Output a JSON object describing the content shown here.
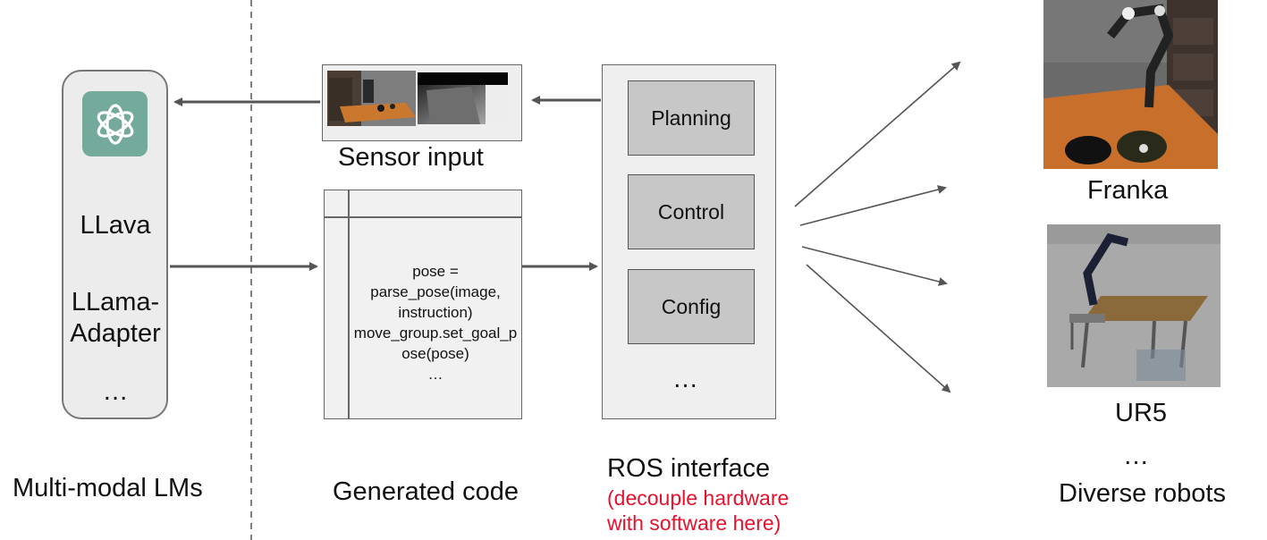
{
  "columns": {
    "lms": "Multi-modal LMs",
    "code": "Generated code",
    "ros": "ROS interface",
    "ros_note_line1": "(decouple hardware",
    "ros_note_line2": "with software here)",
    "robots": "Diverse robots"
  },
  "lm_panel": {
    "logo_icon": "openai-logo-icon",
    "model1": "LLava",
    "model2_line1": "LLama-",
    "model2_line2": "Adapter",
    "more": "…"
  },
  "sensor": {
    "label": "Sensor input"
  },
  "code": {
    "lines": "pose =\nparse_pose(image,\ninstruction)\nmove_group.set_goal_pose(pose)\n…"
  },
  "ros_modules": [
    "Planning",
    "Control",
    "Config"
  ],
  "ros_more": "…",
  "robots": {
    "robot1": "Franka",
    "robot2": "UR5",
    "more": "…"
  },
  "colors": {
    "note_red": "#e8112d",
    "logo_green": "#74aa9c",
    "module_gray": "#c7c7c7"
  }
}
